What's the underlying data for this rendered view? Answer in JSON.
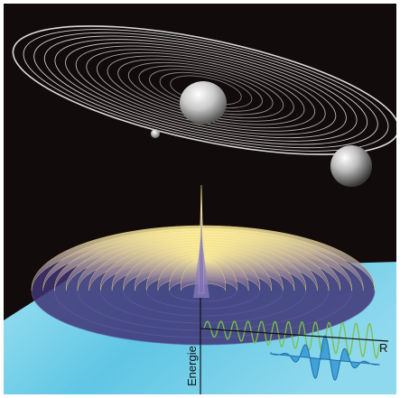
{
  "figure": {
    "energy_axis_label": "Energie",
    "radius_axis_label": "R"
  },
  "palette": {
    "space_background": "#120b0b",
    "orbit_lines": "#dcdcdc",
    "floor_cyan": "#6fd0e8",
    "surface_purple": "#5a4a8c",
    "surface_yellow": "#f3dd6a",
    "green_wave": "#7cc043",
    "blue_wave": "#2a8fd0"
  },
  "elements": {
    "planets": [
      "central-body",
      "small-moon",
      "outer-planet"
    ],
    "orbit_count": 16
  }
}
